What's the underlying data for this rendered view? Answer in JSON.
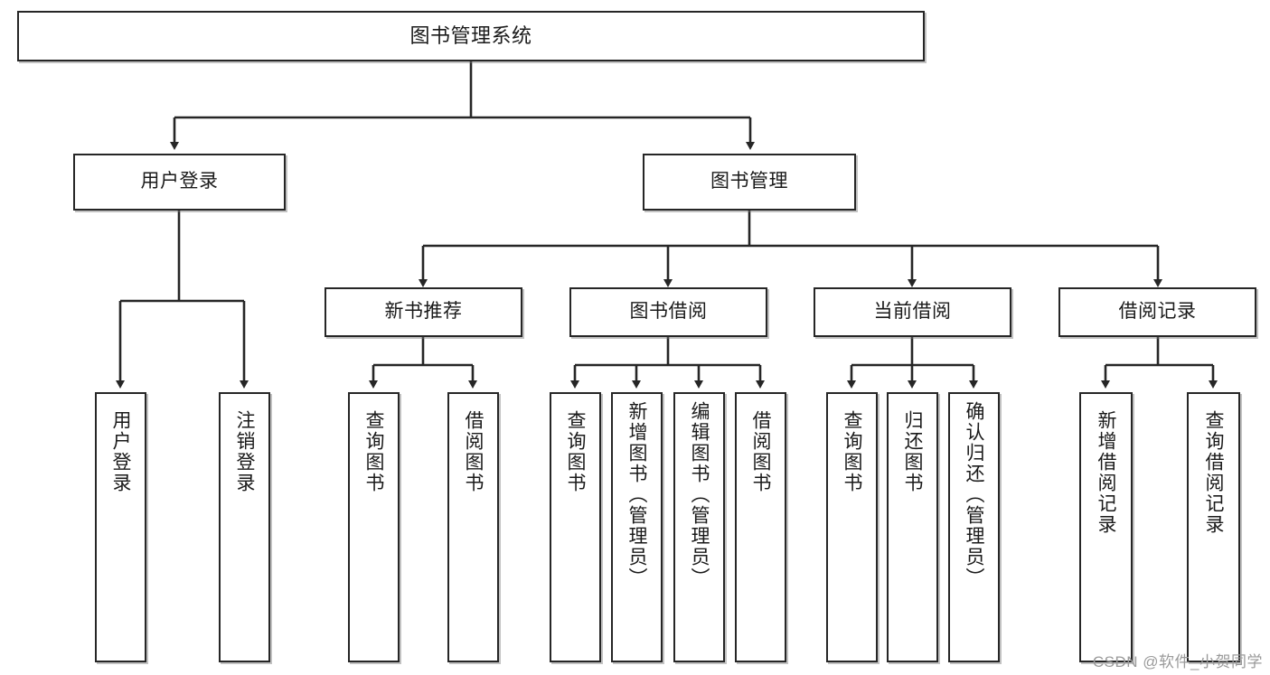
{
  "diagram": {
    "title": "图书管理系统",
    "watermark": "CSDN @软件_小贺同学",
    "colors": {
      "box_border": "#262626",
      "box_fill": "#ffffff",
      "connector": "#262626",
      "watermark": "#9a9a9a",
      "background": "#ffffff"
    },
    "root": {
      "label": "图书管理系统"
    },
    "level1": [
      {
        "label": "用户登录"
      },
      {
        "label": "图书管理"
      }
    ],
    "level2": [
      {
        "label": "新书推荐"
      },
      {
        "label": "图书借阅"
      },
      {
        "label": "当前借阅"
      },
      {
        "label": "借阅记录"
      }
    ],
    "leaves": {
      "user_login": [
        {
          "label": "用户登录"
        },
        {
          "label": "注销登录"
        }
      ],
      "new_book_recommend": [
        {
          "label": "查询图书"
        },
        {
          "label": "借阅图书"
        }
      ],
      "book_borrow": [
        {
          "label": "查询图书"
        },
        {
          "label": "新增图书（管理员）"
        },
        {
          "label": "编辑图书（管理员）"
        },
        {
          "label": "借阅图书"
        }
      ],
      "current_borrow": [
        {
          "label": "查询图书"
        },
        {
          "label": "归还图书"
        },
        {
          "label": "确认归还（管理员）"
        }
      ],
      "borrow_record": [
        {
          "label": "新增借阅记录"
        },
        {
          "label": "查询借阅记录"
        }
      ]
    }
  }
}
